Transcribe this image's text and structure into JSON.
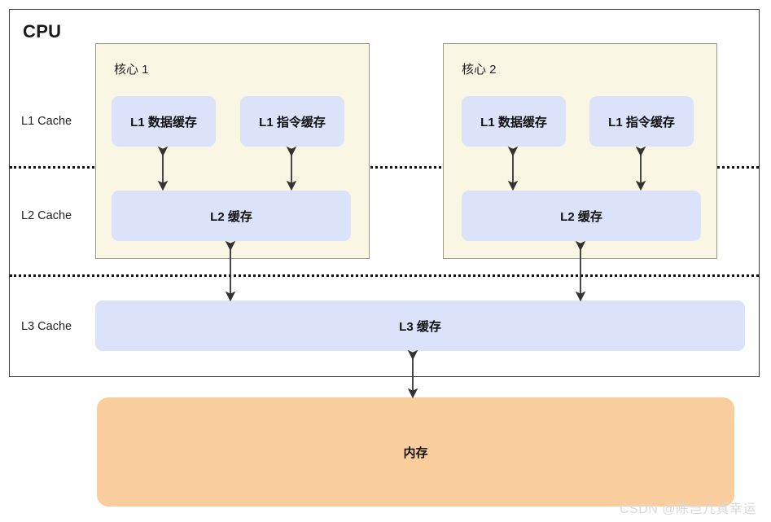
{
  "diagram": {
    "title": "CPU",
    "row_labels": [
      {
        "id": "l1",
        "label": "L1 Cache"
      },
      {
        "id": "l2",
        "label": "L2 Cache"
      },
      {
        "id": "l3",
        "label": "L3 Cache"
      }
    ],
    "cores": [
      {
        "title": "核心 1",
        "l1_data": "L1 数据缓存",
        "l1_instruction": "L1 指令缓存",
        "l2": "L2 缓存"
      },
      {
        "title": "核心 2",
        "l1_data": "L1 数据缓存",
        "l1_instruction": "L1 指令缓存",
        "l2": "L2 缓存"
      }
    ],
    "l3_label": "L3 缓存",
    "memory_label": "内存",
    "watermark": "CSDN @陈岂几真幸运",
    "colors": {
      "cache_fill": "#dae3f9",
      "core_fill": "#faf6e4",
      "core_border": "#9a9a8c",
      "memory_fill": "#f9cd9c",
      "cpu_border": "#3a3a3a",
      "arrow": "#333333",
      "watermark": "#d9d9d9",
      "background": "#ffffff"
    }
  }
}
